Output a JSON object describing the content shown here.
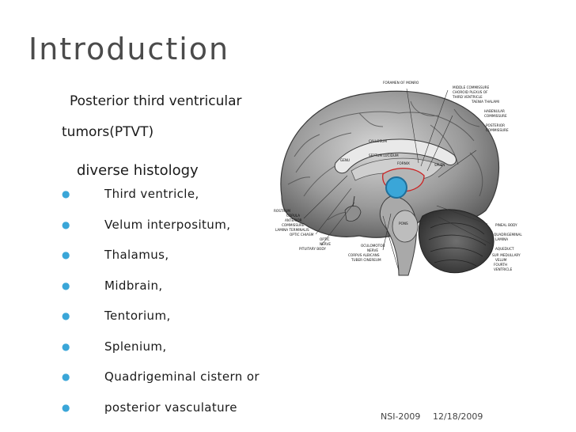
{
  "slide": {
    "title": "Introduction",
    "line1": "Posterior third ventricular",
    "line2": "tumors(PTVT)",
    "line3": "diverse histology",
    "bullets": [
      "Third ventricle,",
      "Velum interpositum,",
      "Thalamus,",
      "Midbrain,",
      "Tentorium,",
      "Splenium,",
      "Quadrigeminal cistern or",
      "posterior vasculature"
    ],
    "bullet_color": "#3aa6d8",
    "footer_left": "NSI-2009",
    "footer_right": "12/18/2009"
  },
  "figure": {
    "labels": {
      "foramen": "FORAMEN OF MONRO",
      "middle_commissure": "MIDDLE COMMISSURE",
      "choroid_plexus": "CHOROID PLEXUS OF",
      "third_ventricle": "THIRD VENTRICLE",
      "taenia": "TAENIA THALAMI",
      "habenular": "HABENULAR",
      "commissure": "COMMISSURE",
      "posterior": "POSTERIOR",
      "posterior_commissure": "COMMISSURE",
      "rostrum": "ROSTRUM",
      "copula": "COPULA",
      "anterior": "ANTERIOR",
      "commissure2": "COMMISSURE",
      "lamina": "LAMINA TERMINALIS",
      "optic_chiasm": "OPTIC CHIASM",
      "optic": "OPTIC",
      "nerve": "NERVE",
      "pituitary": "PITUITARY BODY",
      "oculomotor": "OCULOMOTOR",
      "oculomotor_nerve": "NERVE",
      "corpus": "CORPUS ALBICANS",
      "tuber": "TUBER CINEREUM",
      "pons": "PONS",
      "pineal": "PINEAL BODY",
      "quadrigeminal": "QUADRIGEMINAL",
      "lamina2": "LAMINA",
      "aqueduct": "AQUEDUCT",
      "sup_medullary": "SUP. MEDULLARY",
      "velum": "VELUM",
      "fourth": "FOURTH",
      "ventricle": "VENTRICLE",
      "callosum": "CALLOSUM",
      "septum": "SEPTUM LUCIDUM",
      "fornix": "FORNIX",
      "genu": "GENU",
      "splenium": "SPLEN"
    },
    "marker_color": "#3aa6d8",
    "marker_border": "#1f6f9a"
  }
}
